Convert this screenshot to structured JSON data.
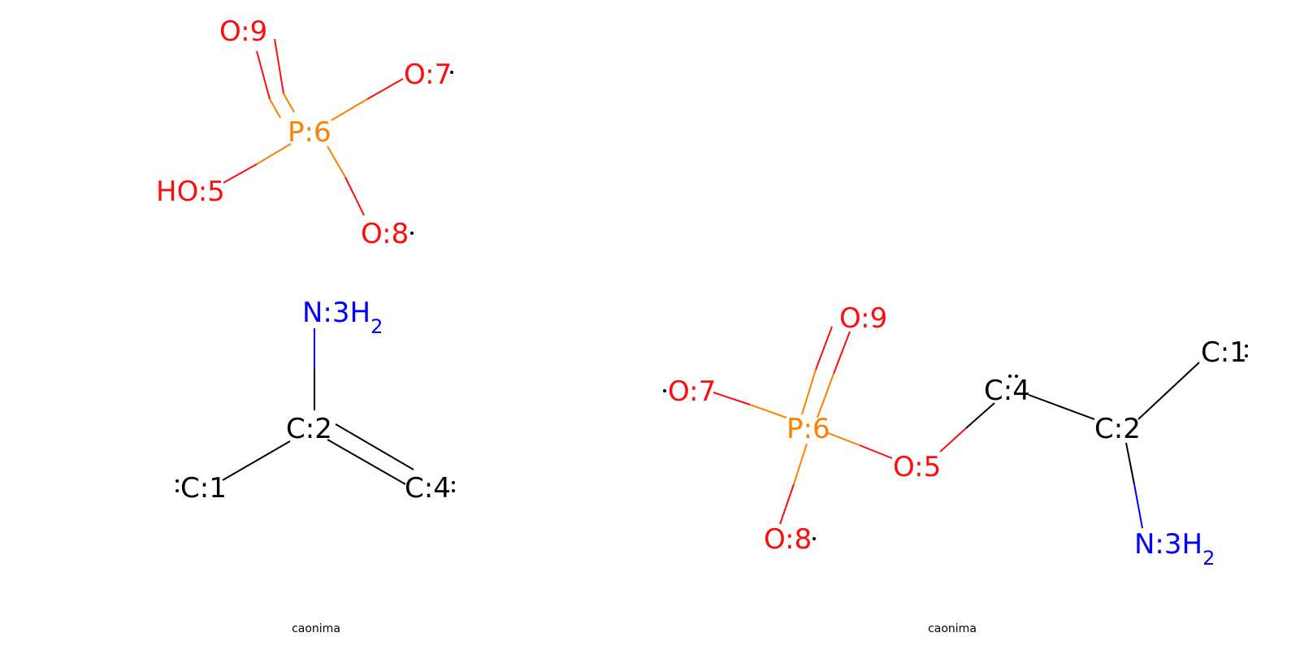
{
  "colors": {
    "O": "#ff0d0d",
    "P": "#ff8000",
    "N": "#0000ff",
    "C": "#000000"
  },
  "reactants": {
    "phosphate": {
      "atoms": [
        {
          "id": "o9",
          "element": "O",
          "label": "O:9",
          "sub": ""
        },
        {
          "id": "o7",
          "element": "O",
          "label": "O:7",
          "sub": ""
        },
        {
          "id": "p6",
          "element": "P",
          "label": "P:6",
          "sub": ""
        },
        {
          "id": "ho5",
          "element": "O",
          "label": "HO:5",
          "sub": ""
        },
        {
          "id": "o8",
          "element": "O",
          "label": "O:8",
          "sub": ""
        }
      ],
      "bonds": [
        {
          "from": "p6",
          "to": "o9",
          "order": 2
        },
        {
          "from": "p6",
          "to": "o7",
          "order": 1
        },
        {
          "from": "p6",
          "to": "ho5",
          "order": 1
        },
        {
          "from": "p6",
          "to": "o8",
          "order": 1
        }
      ]
    },
    "amine": {
      "atoms": [
        {
          "id": "n3",
          "element": "N",
          "label": "N:3H",
          "sub": "2"
        },
        {
          "id": "c2",
          "element": "C",
          "label": "C:2",
          "sub": ""
        },
        {
          "id": "c1",
          "element": "C",
          "label": "C:1",
          "sub": ""
        },
        {
          "id": "c4",
          "element": "C",
          "label": "C:4",
          "sub": ""
        }
      ],
      "bonds": [
        {
          "from": "c2",
          "to": "n3",
          "order": 1
        },
        {
          "from": "c2",
          "to": "c1",
          "order": 1
        },
        {
          "from": "c2",
          "to": "c4",
          "order": 2
        }
      ]
    },
    "caption": "caonima"
  },
  "product": {
    "atoms": [
      {
        "id": "o9",
        "element": "O",
        "label": "O:9",
        "sub": ""
      },
      {
        "id": "o7",
        "element": "O",
        "label": "O:7",
        "sub": ""
      },
      {
        "id": "p6",
        "element": "P",
        "label": "P:6",
        "sub": ""
      },
      {
        "id": "o5",
        "element": "O",
        "label": "O:5",
        "sub": ""
      },
      {
        "id": "o8",
        "element": "O",
        "label": "O:8",
        "sub": ""
      },
      {
        "id": "c4",
        "element": "C",
        "label": "C:4",
        "sub": ""
      },
      {
        "id": "c2",
        "element": "C",
        "label": "C:2",
        "sub": ""
      },
      {
        "id": "c1",
        "element": "C",
        "label": "C:1",
        "sub": ""
      },
      {
        "id": "n3",
        "element": "N",
        "label": "N:3H",
        "sub": "2"
      }
    ],
    "bonds": [
      {
        "from": "p6",
        "to": "o9",
        "order": 2
      },
      {
        "from": "p6",
        "to": "o7",
        "order": 1
      },
      {
        "from": "p6",
        "to": "o8",
        "order": 1
      },
      {
        "from": "p6",
        "to": "o5",
        "order": 1
      },
      {
        "from": "o5",
        "to": "c4",
        "order": 1
      },
      {
        "from": "c4",
        "to": "c2",
        "order": 1
      },
      {
        "from": "c2",
        "to": "c1",
        "order": 1
      },
      {
        "from": "c2",
        "to": "n3",
        "order": 1
      }
    ],
    "caption": "caonima"
  }
}
